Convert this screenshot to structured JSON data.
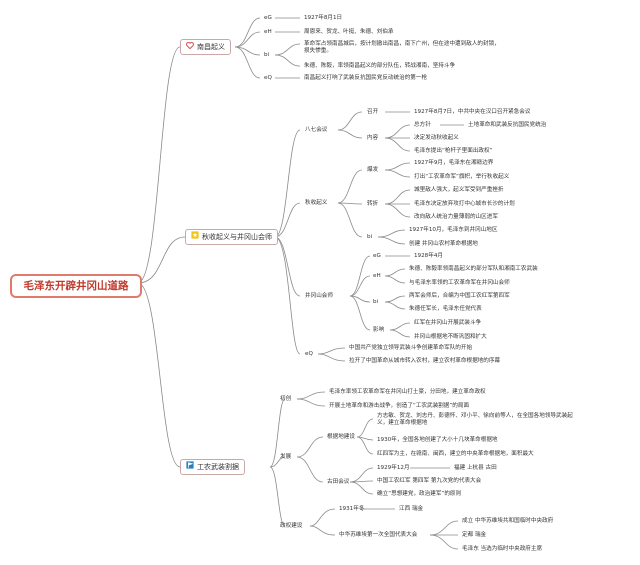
{
  "root": "毛泽东开辟井冈山道路",
  "b1": {
    "label": "南昌起义",
    "eG": "eG",
    "eG_val": "1927年8月1日",
    "eH": "eH",
    "eH_val": "周恩来、贺龙、叶挺、朱德、刘伯承",
    "bi": "bi",
    "bi_1": "革命军占领南昌城后，按计划撤出南昌，南下广州，但在途中遭到敌人的封锁，",
    "bi_1b": "损失惨重。",
    "bi_2": "朱德、陈毅，率领南昌起义的部分队伍，转战湘南，坚持斗争",
    "eQ": "eQ",
    "eQ_val": "南昌起义打响了武装反抗国民党反动统治的第一枪"
  },
  "b2": {
    "label": "秋收起义与井冈山会师",
    "baqi": "八七会议",
    "zhaokai": "召开",
    "zhaokai_val": "1927年8月7日，中共中央在汉口召开紧急会议",
    "neirong": "内容",
    "zongfangzhen": "总方针",
    "zongfangzhen_val": "土地革命和武装反抗国民党统治",
    "nr2": "决定发动秋收起义",
    "nr3": "毛泽东提出“枪杆子里面出政权”",
    "qiushou": "秋收起义",
    "baofa": "爆发",
    "bf1": "1927年9月，毛泽东在湘赣边界",
    "bf2": "打出“工农革命军”旗帜，举行秋收起义",
    "zhuanzhe": "转折",
    "zz1": "城里敌人强大，起义军受到严重挫折",
    "zz2": "毛泽东决定放弃攻打中心城市长沙的计划",
    "zz3": "改向敌人统治力量薄弱的山区进军",
    "qs_bi": "bi",
    "qs_bi1": "1927年10月，毛泽东到井冈山地区",
    "qs_bi2": "创建 井冈山农村革命根据地",
    "jgs": "井冈山会师",
    "jgs_eG": "eG",
    "jgs_eG_val": "1928年4月",
    "jgs_eH": "eH",
    "jgs_eH1": "朱德、陈毅率领南昌起义的部分军队和湘南工农武装",
    "jgs_eH2": "与毛泽东率领的工农革命军在井冈山会师",
    "jgs_bi": "bi",
    "jgs_bi1": "两军会师后，合编为中国工农红军第四军",
    "jgs_bi2": "朱德任军长，毛泽东任党代表",
    "yingxiang": "影响",
    "yx1": "红军在井冈山开展武装斗争",
    "yx2": "井冈山根据地不断巩固和扩大",
    "eQ": "eQ",
    "eQ1": "中国共产党独立领导武装斗争创建革命军队的开始",
    "eQ2": "拉开了中国革命从城市转入农村，建立农村革命根据地的序幕"
  },
  "b3": {
    "label": "工农武装割据",
    "chuchuang": "初创",
    "cc1": "毛泽东率领工农革命军在井冈山打土豪，分田地，建立革命政权",
    "cc2": "开展土地革命和游击战争，创造了“工农武装割据”的局面",
    "fazhan": "发展",
    "genjudi": "根据地建设",
    "gjd1": "方志敏、贺龙、刘志丹、彭德怀、邓小平、徐向前等人，在全国各地领导武装起义，建立革命根据地",
    "gjd1_a": "方志敏、贺龙、刘志丹、彭德怀、邓小平、徐向前等人，在全国各地领导武装起",
    "gjd1_b": "义，建立革命根据地",
    "gjd2": "1930年，全国各地创建了大小十几块革命根据地",
    "gjd3": "红四军为主，在赣南、闽西，建立的中央革命根据地，面积最大",
    "gutian": "古田会议",
    "gt1a": "1929年12月",
    "gt1b": "福建 上杭县 古田",
    "gt2": "中国工农红军 第四军 第九次党的代表大会",
    "gt3": "确立“思想建党，政治建军”的原则",
    "zhengquan": "政权建设",
    "zq_date": "1931年冬",
    "zq_place": "江西 瑞金",
    "zq_meeting": "中华苏维埃第一次全国代表大会",
    "zq1": "成立 中华苏维埃共和国临时中央政府",
    "zq2": "定都 瑞金",
    "zq3": "毛泽东 当选为临时中央政府主席"
  },
  "colors": {
    "line": "#8a8a8a",
    "root_border": "#e07a6a",
    "root_text": "#c0392b",
    "heart": "#d9534f",
    "star": "#f1c40f",
    "flag": "#2a7fc1"
  }
}
